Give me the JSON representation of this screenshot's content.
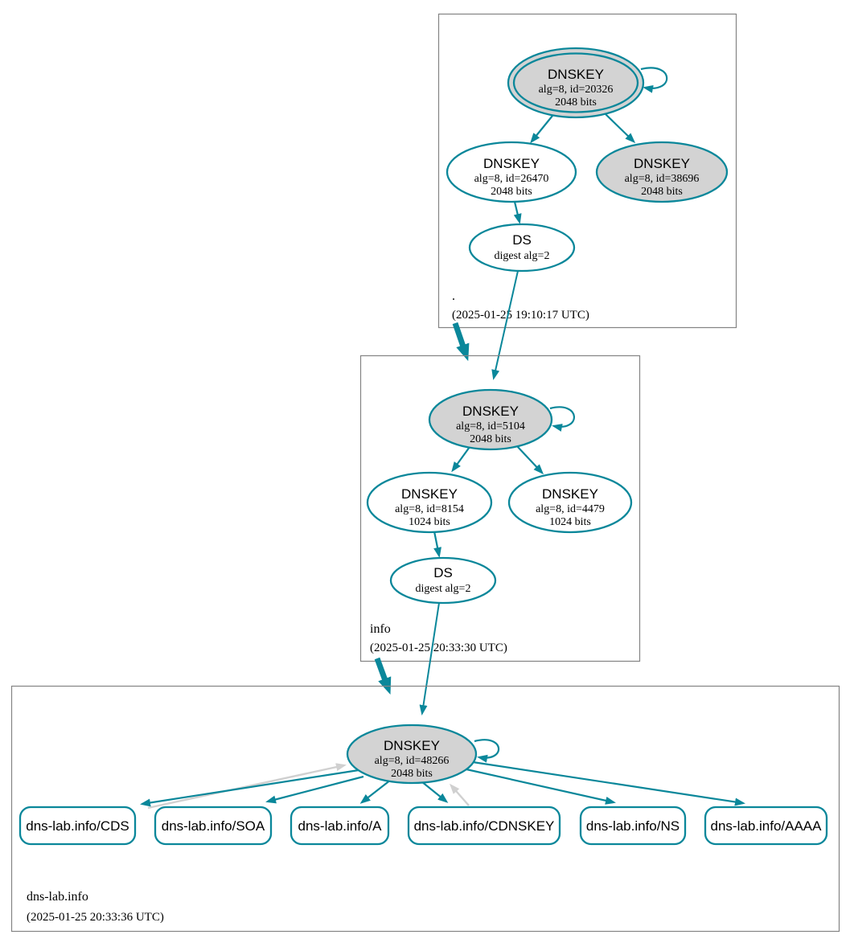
{
  "colors": {
    "secure_teal": "#0a879a",
    "key_fill_gray": "#d3d3d3",
    "optional_edge_gray": "#d0d0d0",
    "zone_border_gray": "#848484",
    "text_black": "#000000",
    "background": "#ffffff"
  },
  "zones": [
    {
      "name": ".",
      "timestamp": "(2025-01-25 19:10:17 UTC)",
      "nodes": {
        "ksk": {
          "title": "DNSKEY",
          "detail": "alg=8, id=20326",
          "bits": "2048 bits"
        },
        "zsk": {
          "title": "DNSKEY",
          "detail": "alg=8, id=26470",
          "bits": "2048 bits"
        },
        "ksk2": {
          "title": "DNSKEY",
          "detail": "alg=8, id=38696",
          "bits": "2048 bits"
        },
        "ds": {
          "title": "DS",
          "detail": "digest alg=2"
        }
      }
    },
    {
      "name": "info",
      "timestamp": "(2025-01-25 20:33:30 UTC)",
      "nodes": {
        "ksk": {
          "title": "DNSKEY",
          "detail": "alg=8, id=5104",
          "bits": "2048 bits"
        },
        "zsk1": {
          "title": "DNSKEY",
          "detail": "alg=8, id=8154",
          "bits": "1024 bits"
        },
        "zsk2": {
          "title": "DNSKEY",
          "detail": "alg=8, id=4479",
          "bits": "1024 bits"
        },
        "ds": {
          "title": "DS",
          "detail": "digest alg=2"
        }
      }
    },
    {
      "name": "dns-lab.info",
      "timestamp": "(2025-01-25 20:33:36 UTC)",
      "nodes": {
        "ksk": {
          "title": "DNSKEY",
          "detail": "alg=8, id=48266",
          "bits": "2048 bits"
        }
      },
      "records": [
        {
          "label": "dns-lab.info/CDS"
        },
        {
          "label": "dns-lab.info/SOA"
        },
        {
          "label": "dns-lab.info/A"
        },
        {
          "label": "dns-lab.info/CDNSKEY"
        },
        {
          "label": "dns-lab.info/NS"
        },
        {
          "label": "dns-lab.info/AAAA"
        }
      ]
    }
  ]
}
